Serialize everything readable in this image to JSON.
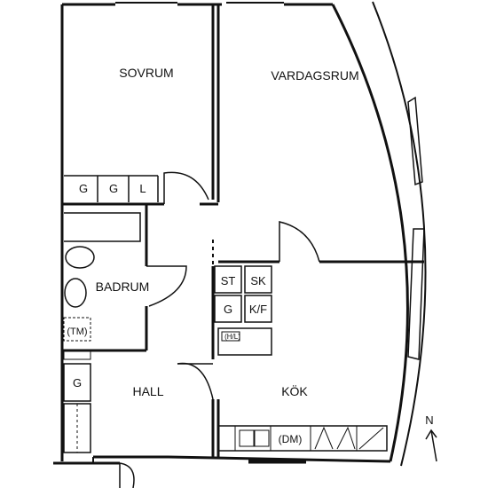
{
  "rooms": {
    "sovrum": "SOVRUM",
    "vardagsrum": "VARDAGSRUM",
    "badrum": "BADRUM",
    "hall": "HALL",
    "kok": "KÖK"
  },
  "fixtures": {
    "sovrum_wardrobes": [
      "G",
      "G",
      "L"
    ],
    "kitchen_cabinets": [
      "ST",
      "SK",
      "G",
      "K/F"
    ],
    "hall_wardrobe": "G",
    "tm": "(TM)",
    "dm": "(DM)",
    "hall_small": "(H/L)"
  },
  "compass": {
    "label": "N"
  }
}
